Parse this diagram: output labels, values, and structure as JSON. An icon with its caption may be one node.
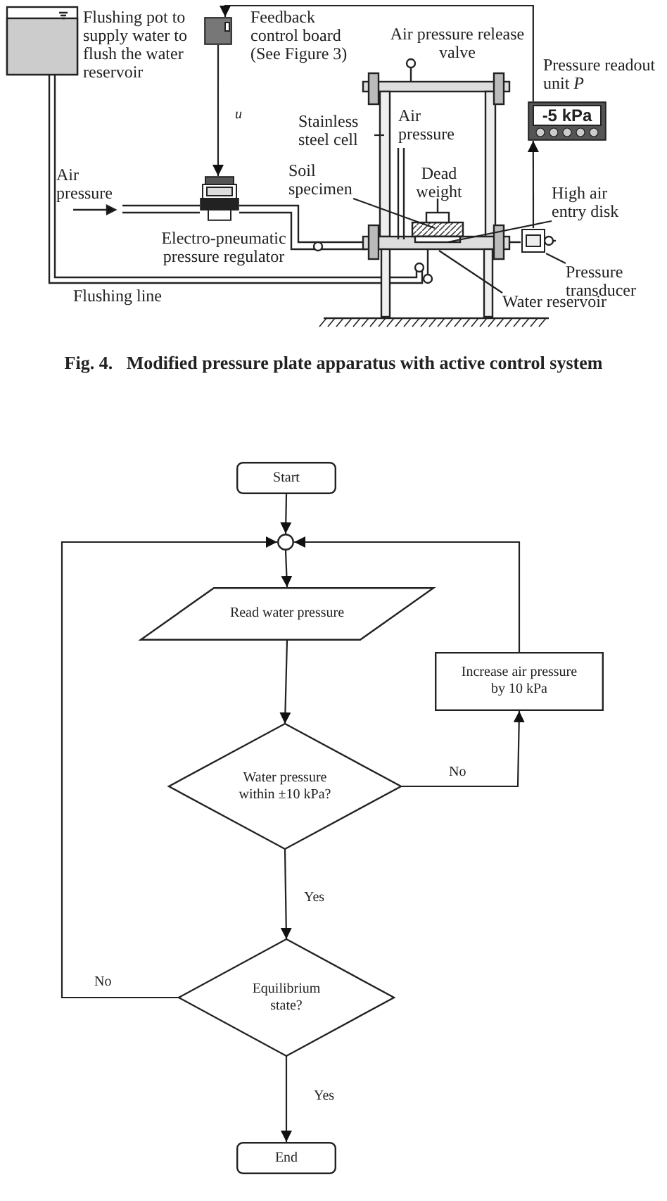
{
  "diagram": {
    "caption": "Fig. 4.   Modified pressure plate apparatus with active control system",
    "nodes": [
      {
        "text": [
          "Stainless steel cell"
        ]
      },
      {
        "text": [
          "Soil specimen"
        ]
      },
      {
        "text": [
          "High air entry disk"
        ]
      },
      {
        "text": [
          "Pressure transducer"
        ]
      },
      {
        "text": [
          "Water reservoir"
        ]
      },
      {
        "text": [
          "Start"
        ]
      },
      {
        "text": [],
        "shape": "circle"
      },
      {
        "text": [
          "Read water pressure"
        ]
      },
      {
        "text": [
          "Water pressure within ±10 kPa?"
        ]
      },
      {
        "text": [
          "Increase air pressure by 10 kPa"
        ]
      },
      {
        "text": [
          "Equilibrium state?"
        ]
      },
      {
        "text": [
          "End"
        ]
      },
      {
        "text": [],
        "shape": "picture"
      },
      {
        "text": [],
        "shape": "picture"
      },
      {
        "text": [],
        "shape": "picture"
      },
      {
        "text": [
          "-5 kPa"
        ]
      }
    ],
    "edges": [
      {
        "from": 0,
        "to": null,
        "arrow": "none"
      },
      {
        "from": 1,
        "to": null,
        "arrow": "none"
      },
      {
        "from": 2,
        "to": null,
        "arrow": "none"
      },
      {
        "from": 3,
        "to": 12,
        "arrow": "none"
      },
      {
        "from": 4,
        "to": null,
        "arrow": "none"
      },
      {
        "from": 5,
        "to": 6,
        "arrow": "to"
      },
      {
        "from": 6,
        "to": 7,
        "arrow": "to"
      },
      {
        "from": 7,
        "to": 8,
        "arrow": "to"
      },
      {
        "from": 8,
        "to": 9,
        "arrow": "to",
        "label": "No"
      },
      {
        "from": 9,
        "to": 6,
        "arrow": "to"
      },
      {
        "from": 8,
        "to": 10,
        "arrow": "to",
        "label": "Yes"
      },
      {
        "from": 10,
        "to": 6,
        "arrow": "to",
        "label": "No"
      },
      {
        "from": 10,
        "to": 11,
        "arrow": "to",
        "label": "Yes"
      },
      {
        "from": 13,
        "to": 14,
        "arrow": "to",
        "label": "u"
      },
      {
        "from": 12,
        "to": 15,
        "arrow": "to"
      },
      {
        "from": 15,
        "to": 13,
        "arrow": "to"
      }
    ],
    "labels": [
      "Flushing pot to supply water to flush the water reservoir",
      "Feedback control board (See Figure 3)",
      "Air pressure release valve",
      "Pressure readout unit *P*",
      "Air pressure",
      "Dead weight",
      "Air pressure",
      "Electro-pneumatic pressure regulator",
      "Flushing line"
    ]
  }
}
